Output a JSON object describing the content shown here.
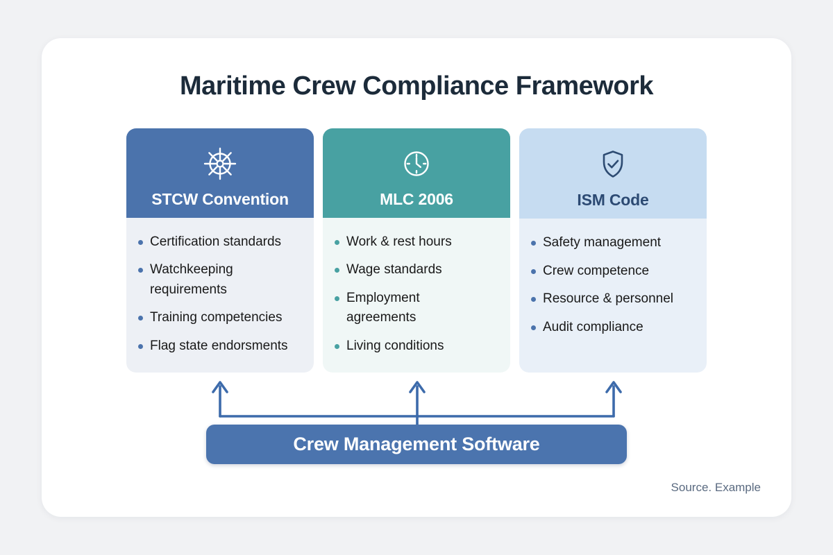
{
  "title": "Maritime Crew Compliance Framework",
  "cards": [
    {
      "label": "STCW Convention",
      "icon": "ship-wheel-icon",
      "header_bg": "#4b73ac",
      "header_text": "#ffffff",
      "body_bg": "#edf0f5",
      "bullet_color": "#4b73ac",
      "items": [
        "Certification standards",
        "Watchkeeping requirements",
        "Training competencies",
        "Flag state endorsments"
      ]
    },
    {
      "label": "MLC 2006",
      "icon": "clock-icon",
      "header_bg": "#48a1a2",
      "header_text": "#ffffff",
      "body_bg": "#f0f7f6",
      "bullet_color": "#48a1a2",
      "items": [
        "Work & rest hours",
        "Wage standards",
        "Employment agreements",
        "Living conditions"
      ]
    },
    {
      "label": "ISM Code",
      "icon": "shield-check-icon",
      "header_bg": "#c6dcf1",
      "header_text": "#2c4a73",
      "body_bg": "#e9f0f8",
      "bullet_color": "#4b73ac",
      "items": [
        "Safety management",
        "Crew competence",
        "Resource & personnel",
        "Audit compliance"
      ]
    }
  ],
  "software": {
    "label": "Crew Management Software",
    "bg": "#4b74ae"
  },
  "connector_color": "#3d6bab",
  "source": "Source. Example"
}
